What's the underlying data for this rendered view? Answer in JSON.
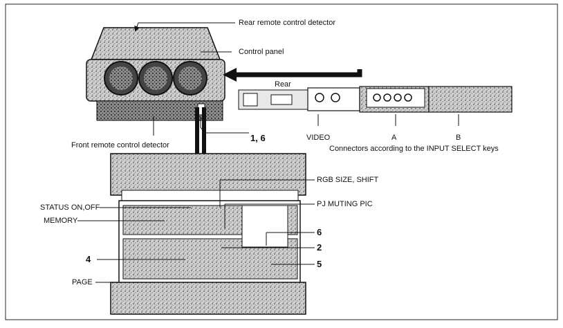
{
  "labels": {
    "rear_remote": "Rear remote control detector",
    "control_panel": "Control panel",
    "rear": "Rear",
    "video": "VIDEO",
    "a": "A",
    "b": "B",
    "connectors_note": "Connectors according to the INPUT SELECT keys",
    "front_remote": "Front remote control detector",
    "one_six": "1, 6",
    "rgb_size_shift": "RGB SIZE, SHIFT",
    "status_on_off": "STATUS ON,OFF",
    "pj_muting_pic": "PJ MUTING PIC",
    "memory": "MEMORY",
    "six": "6",
    "four": "4",
    "two": "2",
    "five": "5",
    "page": "PAGE"
  },
  "icons": {
    "projector": "projector-icon",
    "rear_panel": "connector-panel-icon",
    "remote": "remote-control-icon"
  }
}
